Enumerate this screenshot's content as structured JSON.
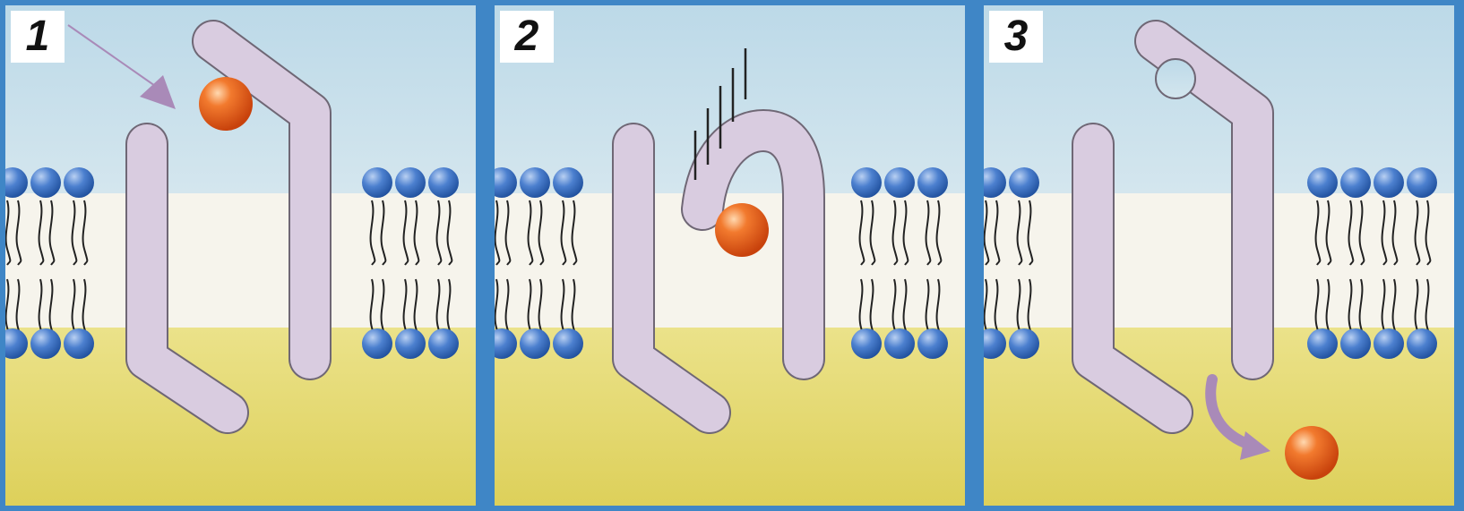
{
  "panels": [
    {
      "number": "1",
      "step": "ion-binding",
      "ion": "bound-outside",
      "arrow": "incoming"
    },
    {
      "number": "2",
      "step": "conformational-change",
      "ion": "inside-channel",
      "arrow": "motion-lines"
    },
    {
      "number": "3",
      "step": "ion-release",
      "ion": "released-inside",
      "arrow": "outgoing"
    }
  ],
  "colors": {
    "frame": "#3f86c6",
    "extracellular": "#bcd9e8",
    "membrane_core": "#f6f4ec",
    "cytoplasm": "#e3d86a",
    "protein": "#d9cce0",
    "protein_outline": "#6f6775",
    "lipid_head": "#3f73c4",
    "lipid_tail": "#222222",
    "ion": "#e8581a",
    "arrow": "#a98ab8"
  }
}
